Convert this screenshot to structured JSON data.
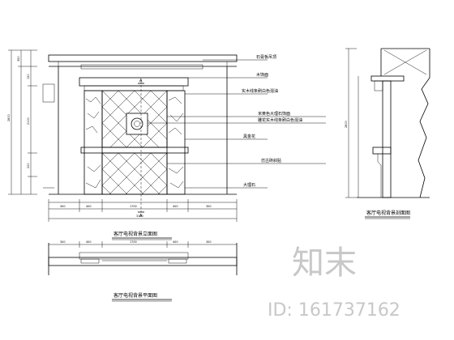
{
  "titles": {
    "front_elevation": "客厅电视背景立面图",
    "side_elevation": "客厅电视背景剖面图",
    "plan": "客厅电视背景平面图"
  },
  "section_marks": {
    "top": "A",
    "bottom": "A"
  },
  "callouts": [
    "石膏板吊顶",
    "木饰面",
    "实木线条刷白色混油",
    "米黄色大理石饰面",
    "雕花实木线条刷白色混油",
    "黑金花",
    "仿古砖斜贴",
    "大理石"
  ],
  "dimensions": {
    "front_left_total": "2800",
    "front_left_parts": [
      "350",
      "150",
      "2100",
      "200"
    ],
    "front_bottom": [
      "300",
      "400",
      "1700",
      "400",
      "300"
    ],
    "front_bottom_total": "3100",
    "side_total": "2800",
    "plan": [
      "300",
      "400",
      "1700",
      "400",
      "300"
    ]
  },
  "watermark": {
    "brand": "知末",
    "id_line": "ID: 161737162"
  }
}
